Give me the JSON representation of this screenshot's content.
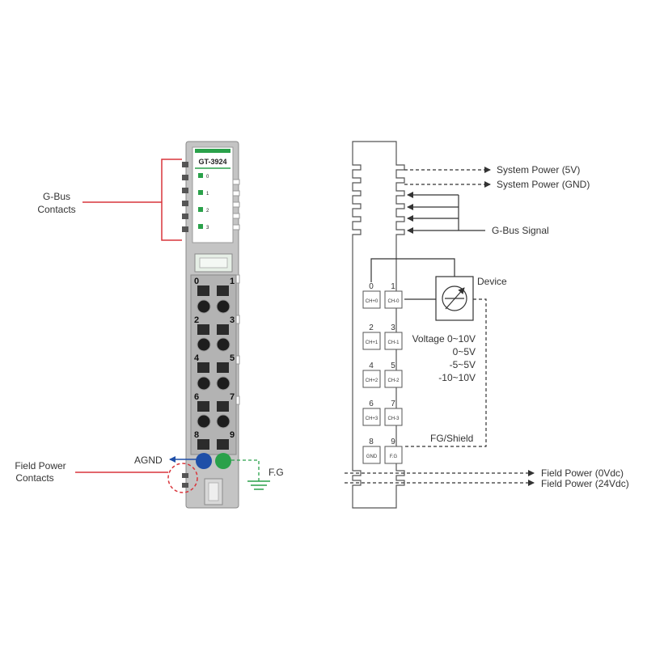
{
  "left": {
    "model": "GT-3924",
    "led_labels": [
      "0",
      "1",
      "2",
      "3"
    ],
    "terminal_numbers": [
      "0",
      "1",
      "2",
      "3",
      "4",
      "5",
      "6",
      "7",
      "8",
      "9"
    ],
    "gbus_label_line1": "G-Bus",
    "gbus_label_line2": "Contacts",
    "field_label_line1": "Field Power",
    "field_label_line2": "Contacts",
    "agnd_label": "AGND",
    "fg_label": "F.G"
  },
  "right": {
    "system_power_5v": "System Power (5V)",
    "system_power_gnd": "System Power (GND)",
    "gbus_signal": "G-Bus Signal",
    "device_label": "Device",
    "voltage_ranges": [
      "Voltage 0~10V",
      "0~5V",
      "-5~5V",
      "-10~10V"
    ],
    "fg_shield": "FG/Shield",
    "field_power_0v": "Field Power (0Vdc)",
    "field_power_24v": "Field Power (24Vdc)",
    "terminals": [
      {
        "num": "0",
        "label": "CH+0"
      },
      {
        "num": "1",
        "label": "CH-0"
      },
      {
        "num": "2",
        "label": "CH+1"
      },
      {
        "num": "3",
        "label": "CH-1"
      },
      {
        "num": "4",
        "label": "CH+2"
      },
      {
        "num": "5",
        "label": "CH-2"
      },
      {
        "num": "6",
        "label": "CH+3"
      },
      {
        "num": "7",
        "label": "CH-3"
      },
      {
        "num": "8",
        "label": "GND"
      },
      {
        "num": "9",
        "label": "F.G"
      }
    ]
  },
  "colors": {
    "callout_red": "#d9353b",
    "agnd_blue": "#1f4fa8",
    "fg_green": "#2aa14a",
    "module_gray": "#bdbdbd",
    "led_green": "#2aa14a"
  }
}
